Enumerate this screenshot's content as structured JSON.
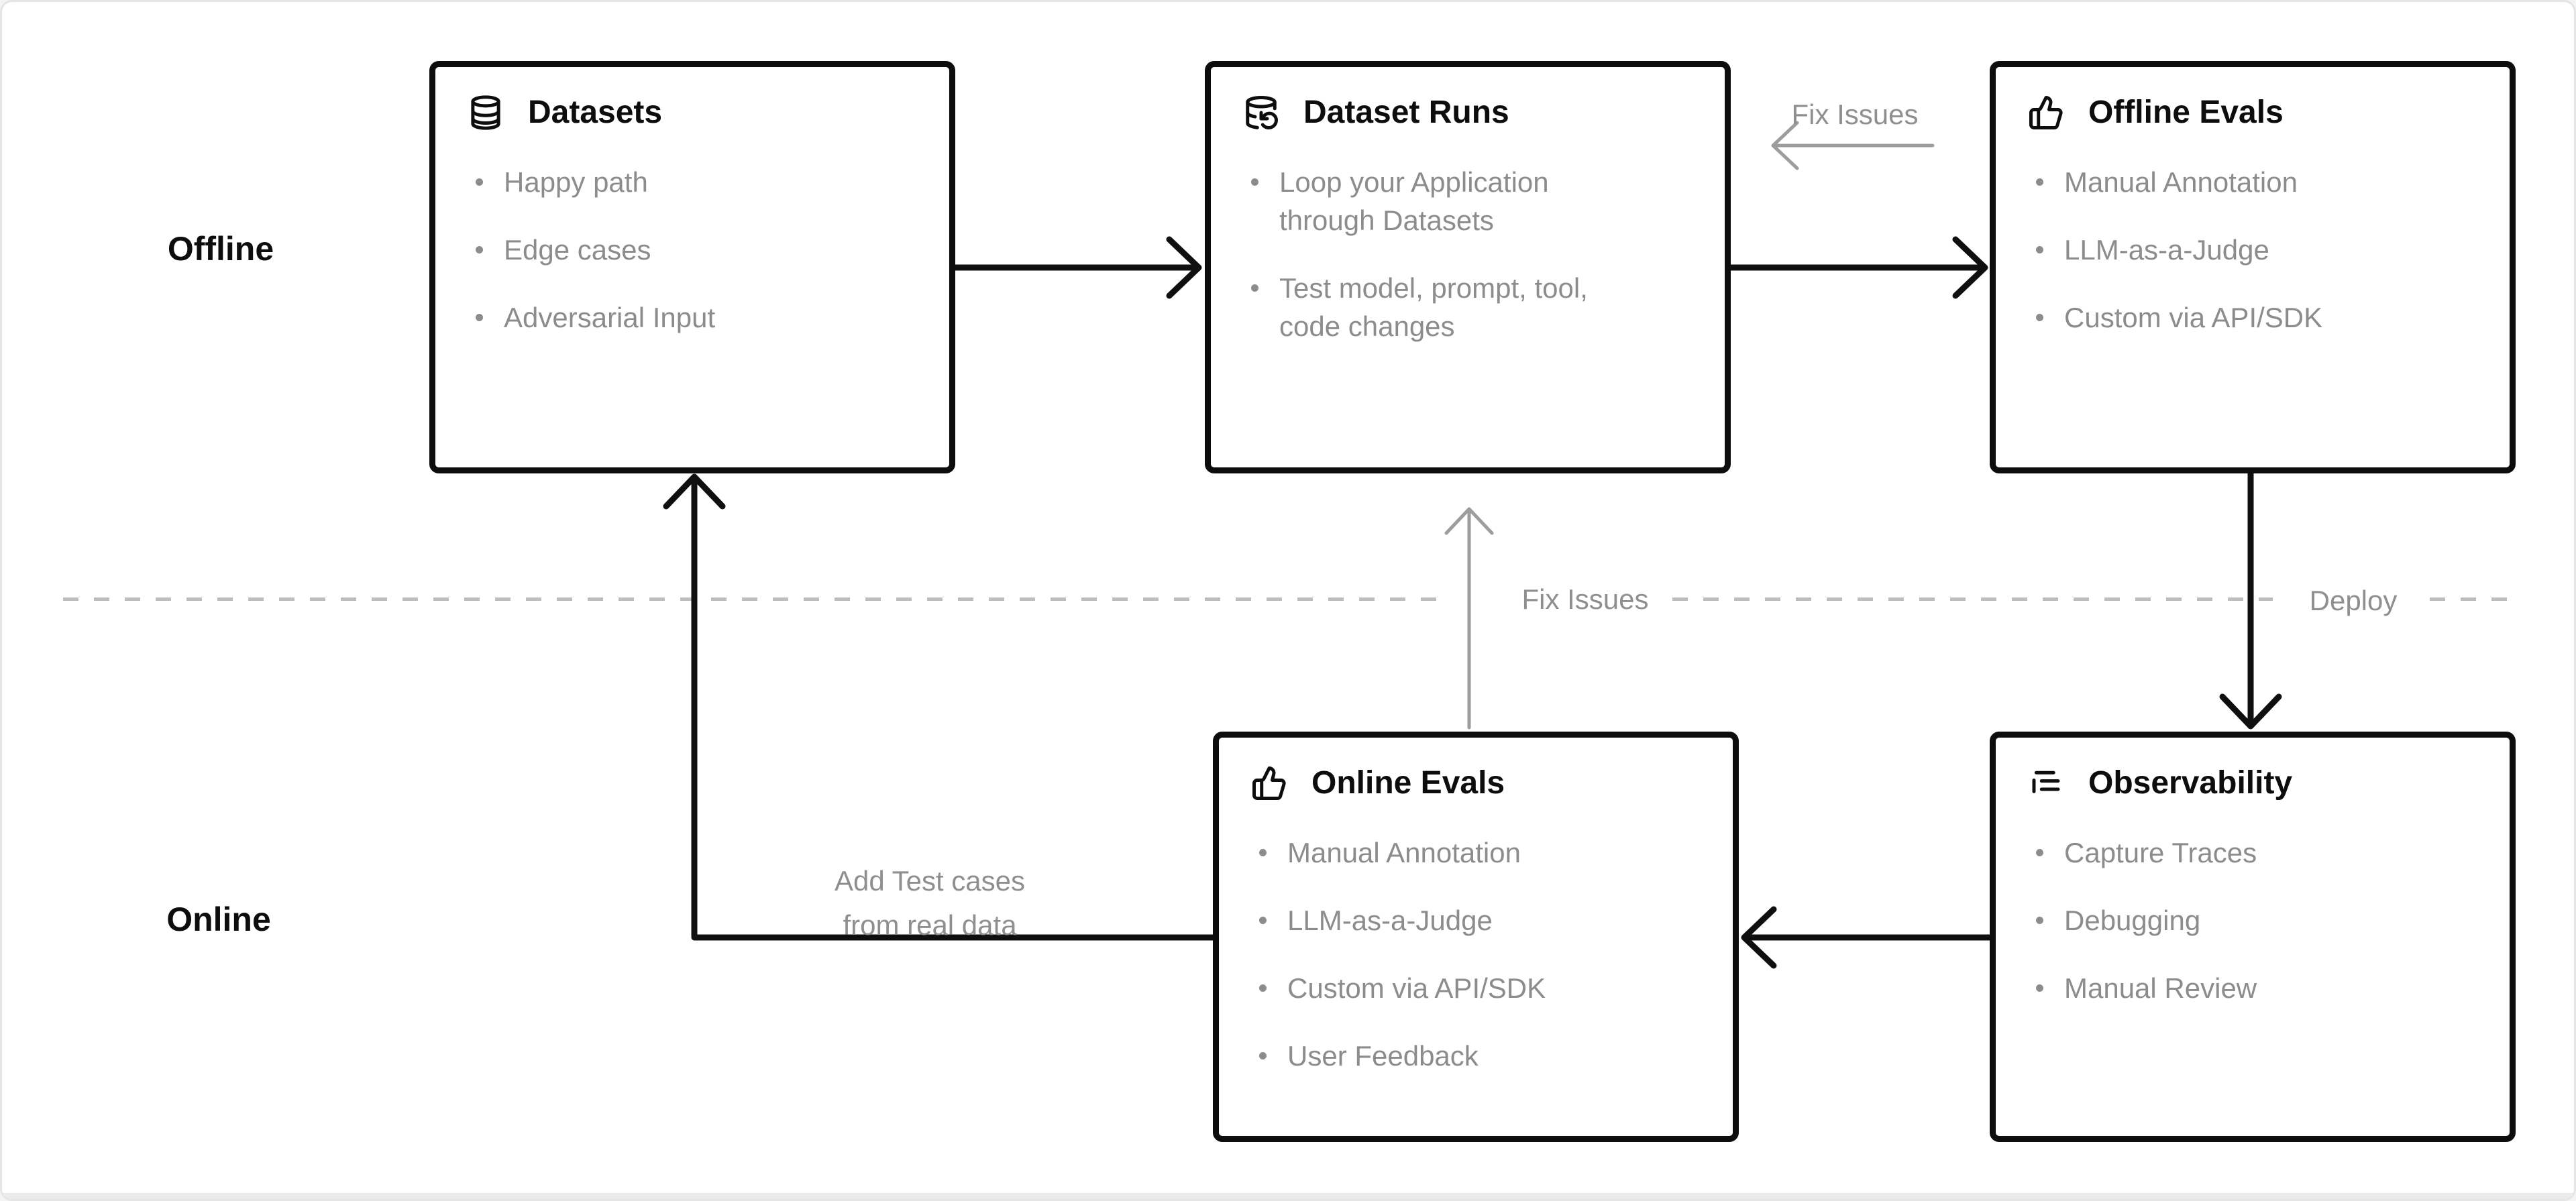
{
  "page": {
    "background": "#ffffff",
    "frame_border": "#e5e5e5",
    "node_border": "#0d0d0d",
    "bullet_text_color": "#8c8c8c",
    "edge_label_color": "#8f8f8f",
    "dashed_line_color": "#bdbdbd",
    "black_arrow_color": "#0f0f0f",
    "gray_arrow_color": "#9d9d9d"
  },
  "lanes": {
    "offline_label": "Offline",
    "online_label": "Online"
  },
  "nodes": [
    {
      "id": "datasets",
      "icon": "database-icon",
      "title": "Datasets",
      "items": [
        "Happy path",
        "Edge cases",
        "Adversarial Input"
      ]
    },
    {
      "id": "dataset-runs",
      "icon": "database-backup-icon",
      "title": "Dataset Runs",
      "items": [
        "Loop your Application through Datasets",
        "Test model, prompt, tool, code changes"
      ]
    },
    {
      "id": "offline-evals",
      "icon": "thumbs-up-icon",
      "title": "Offline Evals",
      "items": [
        "Manual Annotation",
        "LLM-as-a-Judge",
        "Custom via API/SDK"
      ]
    },
    {
      "id": "online-evals",
      "icon": "thumbs-up-icon",
      "title": "Online Evals",
      "items": [
        "Manual Annotation",
        "LLM-as-a-Judge",
        "Custom via API/SDK",
        "User Feedback"
      ]
    },
    {
      "id": "observability",
      "icon": "logs-icon",
      "title": "Observability",
      "items": [
        "Capture Traces",
        "Debugging",
        "Manual Review"
      ]
    }
  ],
  "edge_labels": {
    "fix_issues_top": "Fix Issues",
    "fix_issues_mid": "Fix Issues",
    "deploy": "Deploy",
    "add_test_cases": "Add Test cases\nfrom real data"
  }
}
